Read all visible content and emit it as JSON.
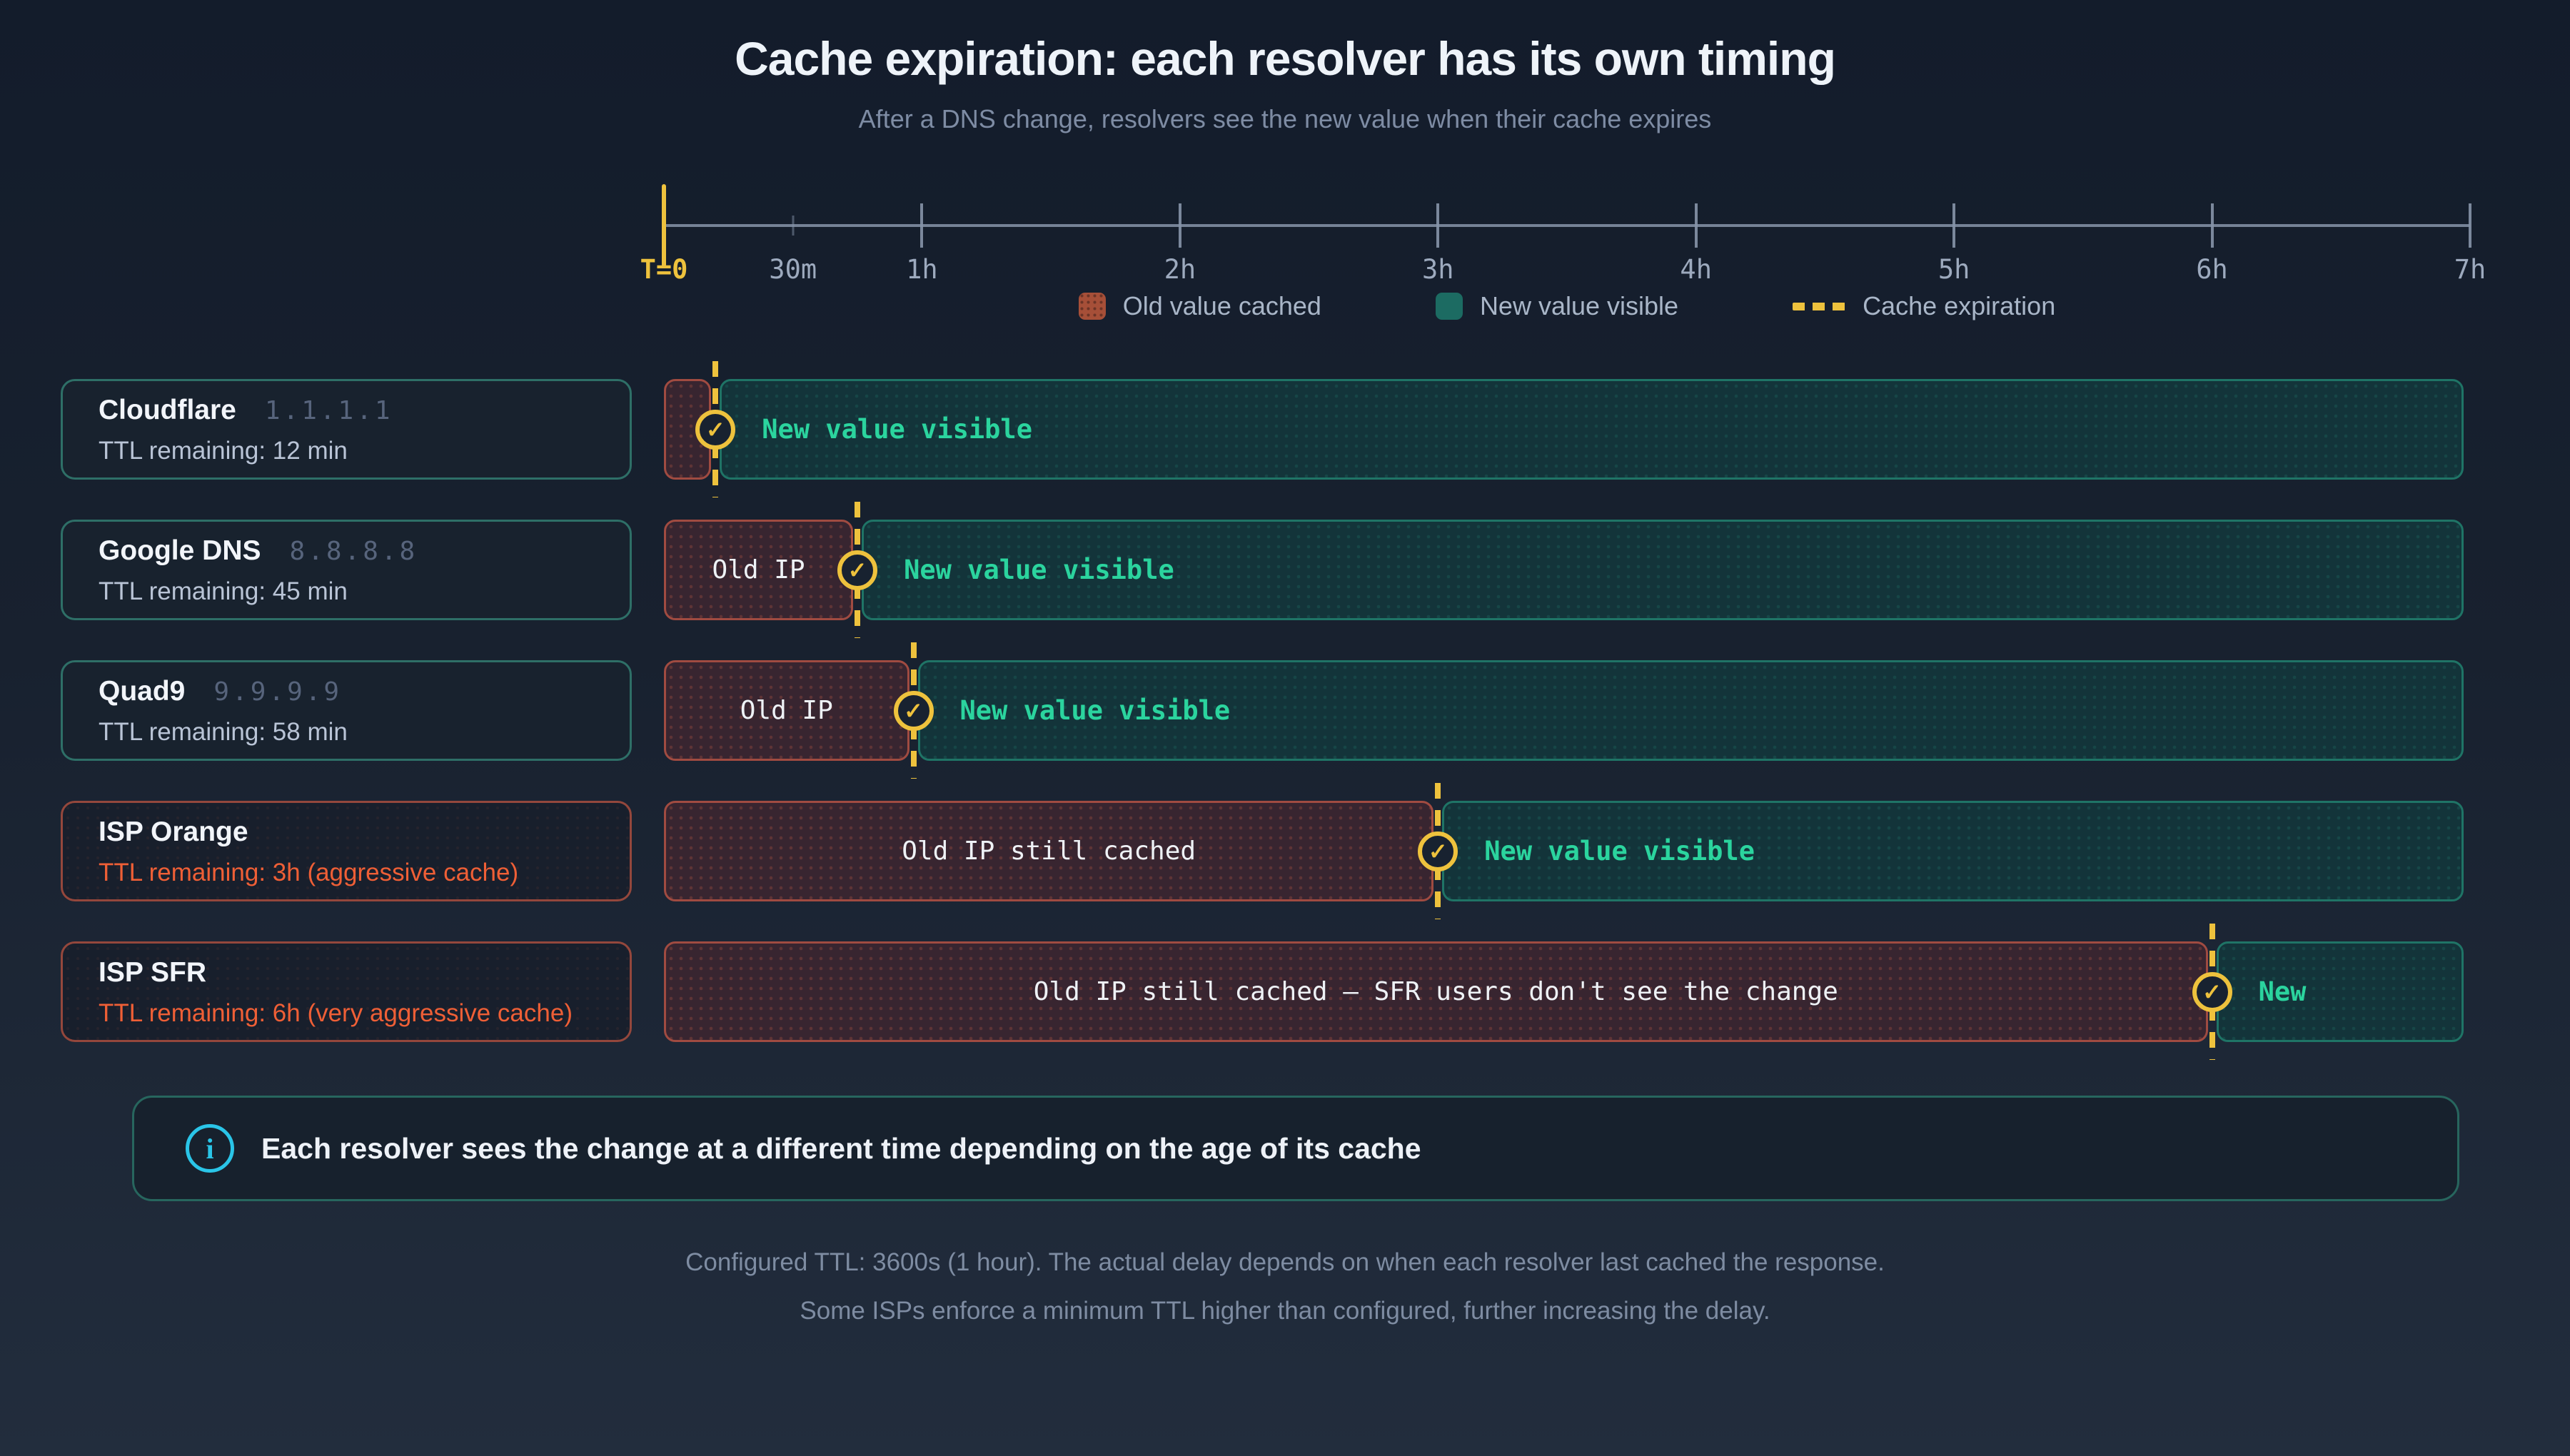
{
  "title": "Cache expiration: each resolver has its own timing",
  "subtitle": "After a DNS change, resolvers see the new value when their cache expires",
  "timeline": {
    "axis_range_hours": [
      0,
      7
    ],
    "ticks": [
      {
        "label": "T=0",
        "hours": 0,
        "size": "origin"
      },
      {
        "label": "30m",
        "hours": 0.5,
        "size": "minor"
      },
      {
        "label": "1h",
        "hours": 1,
        "size": "major"
      },
      {
        "label": "2h",
        "hours": 2,
        "size": "major"
      },
      {
        "label": "3h",
        "hours": 3,
        "size": "major"
      },
      {
        "label": "4h",
        "hours": 4,
        "size": "major"
      },
      {
        "label": "5h",
        "hours": 5,
        "size": "major"
      },
      {
        "label": "6h",
        "hours": 6,
        "size": "major"
      },
      {
        "label": "7h",
        "hours": 7,
        "size": "major"
      }
    ]
  },
  "legend": [
    {
      "label": "Old value cached",
      "swatch": "old"
    },
    {
      "label": "New value visible",
      "swatch": "new"
    },
    {
      "label": "Cache expiration",
      "swatch": "dash"
    }
  ],
  "resolvers": [
    {
      "name": "Cloudflare",
      "ip": "1.1.1.1",
      "ttl_label": "TTL remaining: 12 min",
      "expires_at_hours": 0.2,
      "old_label": "",
      "new_label": "New value visible",
      "style": "standard"
    },
    {
      "name": "Google DNS",
      "ip": "8.8.8.8",
      "ttl_label": "TTL remaining: 45 min",
      "expires_at_hours": 0.75,
      "old_label": "Old IP",
      "new_label": "New value visible",
      "style": "standard"
    },
    {
      "name": "Quad9",
      "ip": "9.9.9.9",
      "ttl_label": "TTL remaining: 58 min",
      "expires_at_hours": 0.967,
      "old_label": "Old IP",
      "new_label": "New value visible",
      "style": "standard"
    },
    {
      "name": "ISP Orange",
      "ip": "",
      "ttl_label": "TTL remaining: 3h (aggressive cache)",
      "expires_at_hours": 3,
      "old_label": "Old IP still cached",
      "new_label": "New value visible",
      "style": "aggressive"
    },
    {
      "name": "ISP SFR",
      "ip": "",
      "ttl_label": "TTL remaining: 6h (very aggressive cache)",
      "expires_at_hours": 6,
      "old_label": "Old IP still cached — SFR users don't see the change",
      "new_label": "New",
      "style": "aggressive"
    }
  ],
  "info_banner": "Each resolver sees the change at a different time depending on the age of its cache",
  "footer": [
    "Configured TTL: 3600s (1 hour). The actual delay depends on when each resolver last cached the response.",
    "Some ISPs enforce a minimum TTL higher than configured, further increasing the delay."
  ],
  "colors": {
    "accent_yellow": "#eec23d",
    "old_cached_red": "#a64f38",
    "new_visible_teal": "#1c6b62",
    "new_text_green": "#2bd49e",
    "warning_orange": "#ef5f36",
    "info_cyan": "#2ac5e8",
    "card_border_teal": "#2e6f67",
    "background_navy": "#18212f"
  }
}
